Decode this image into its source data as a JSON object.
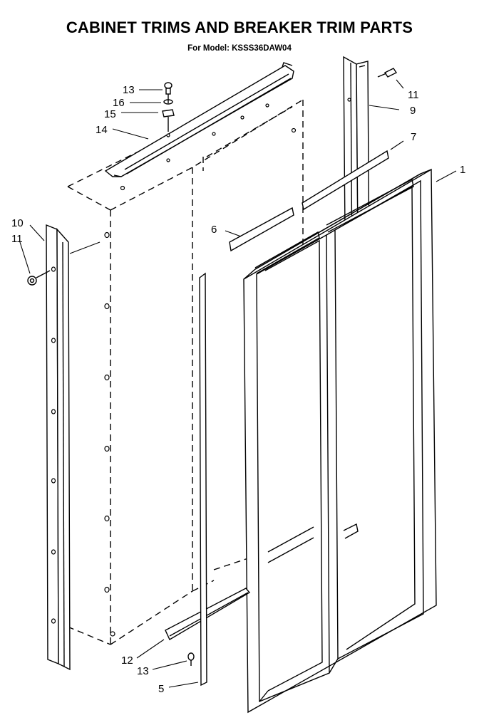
{
  "header": {
    "title": "CABINET TRIMS AND BREAKER TRIM PARTS",
    "subtitle": "For Model: KSSS36DAW04"
  },
  "callouts": {
    "c1": "1",
    "c5": "5",
    "c6": "6",
    "c7": "7",
    "c9": "9",
    "c10": "10",
    "c11_left": "11",
    "c11_right": "11",
    "c12": "12",
    "c13_top": "13",
    "c13_bottom": "13",
    "c14": "14",
    "c15": "15",
    "c16": "16"
  }
}
